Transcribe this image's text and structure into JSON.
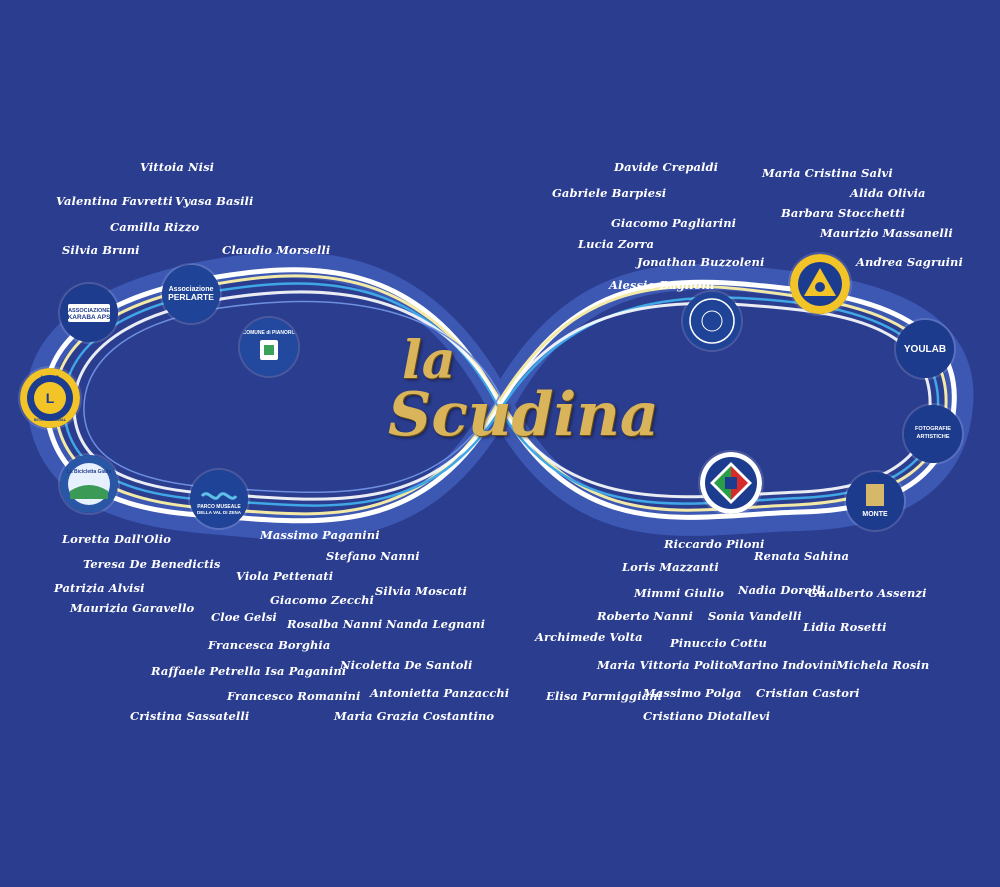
{
  "brand": {
    "line1": "la",
    "line2": "Scudina"
  },
  "colors": {
    "background": "#2b3d8f",
    "ribbon_white": "#ffffff",
    "ribbon_yellow": "#f3e9a6",
    "ribbon_cyan": "#3fa7e6",
    "ribbon_blue": "#4a6fd1",
    "gold": "#d9b45a"
  },
  "logos": {
    "karaba": {
      "line1": "ASSOCIAZIONE",
      "line2": "KARABA APS"
    },
    "perlarte": {
      "line1": "Associazione",
      "line2": "PERLARTE"
    },
    "pianoro": {
      "line1": "COMUNE di PIANORO"
    },
    "lions": {
      "line1": "LIONS",
      "line2": "INTERNATIONAL"
    },
    "bicicletta": {
      "line1": "La Bicicletta Gialla"
    },
    "parco": {
      "line1": "PARCO MUSEALE",
      "line2": "DELLA VAL DI ZENA"
    },
    "right1": {
      "line1": ""
    },
    "sicurezza": {
      "line1": ""
    },
    "youlab": {
      "line1": "YOULAB"
    },
    "foto": {
      "line1": "FOTOGRAFIE",
      "line2": "ARTISTICHE"
    },
    "monte": {
      "line1": "MONTE"
    },
    "polizia": {
      "line1": ""
    }
  },
  "names_left_top": [
    "Vittoia Nisi",
    "Valentina Favretti",
    "Vyasa Basili",
    "Camilla Rizzo",
    "Silvia Bruni",
    "Claudio Morselli"
  ],
  "names_right_top": [
    "Davide Crepaldi",
    "Gabriele Barpiesi",
    "Giacomo Pagliarini",
    "Lucia Zorra",
    "Jonathan Buzzoleni",
    "Alessio Baglioni",
    "Maria Cristina Salvi",
    "Alida Olivia",
    "Barbara Stocchetti",
    "Maurizio Massanelli",
    "Andrea Sagruini"
  ],
  "names_left_bottom": [
    "Loretta Dall'Olio",
    "Teresa De Benedictis",
    "Patrizia Alvisi",
    "Maurizia Garavello",
    "Massimo Paganini",
    "Stefano Nanni",
    "Viola Pettenati",
    "Silvia Moscati",
    "Giacomo Zecchi",
    "Cloe Gelsi",
    "Rosalba Nanni",
    "Nanda Legnani",
    "Francesca Borghia",
    "Raffaele Petrella",
    "Isa Paganini",
    "Nicoletta De Santoli",
    "Francesco Romanini",
    "Antonietta Panzacchi",
    "Cristina Sassatelli",
    "Maria Grazia Costantino"
  ],
  "names_right_bottom": [
    "Riccardo Piloni",
    "Renata Sahina",
    "Loris Mazzanti",
    "Mimmi Giulio",
    "Nadia Dorelli",
    "Gualberto Assenzi",
    "Roberto Nanni",
    "Sonia Vandelli",
    "Lidia Rosetti",
    "Archimede Volta",
    "Pinuccio Cottu",
    "Maria Vittoria Polito",
    "Marino Indovini",
    "Michela Rosin",
    "Elisa Parmiggiani",
    "Massimo Polga",
    "Cristian Castori",
    "Cristiano Diotallevi"
  ]
}
